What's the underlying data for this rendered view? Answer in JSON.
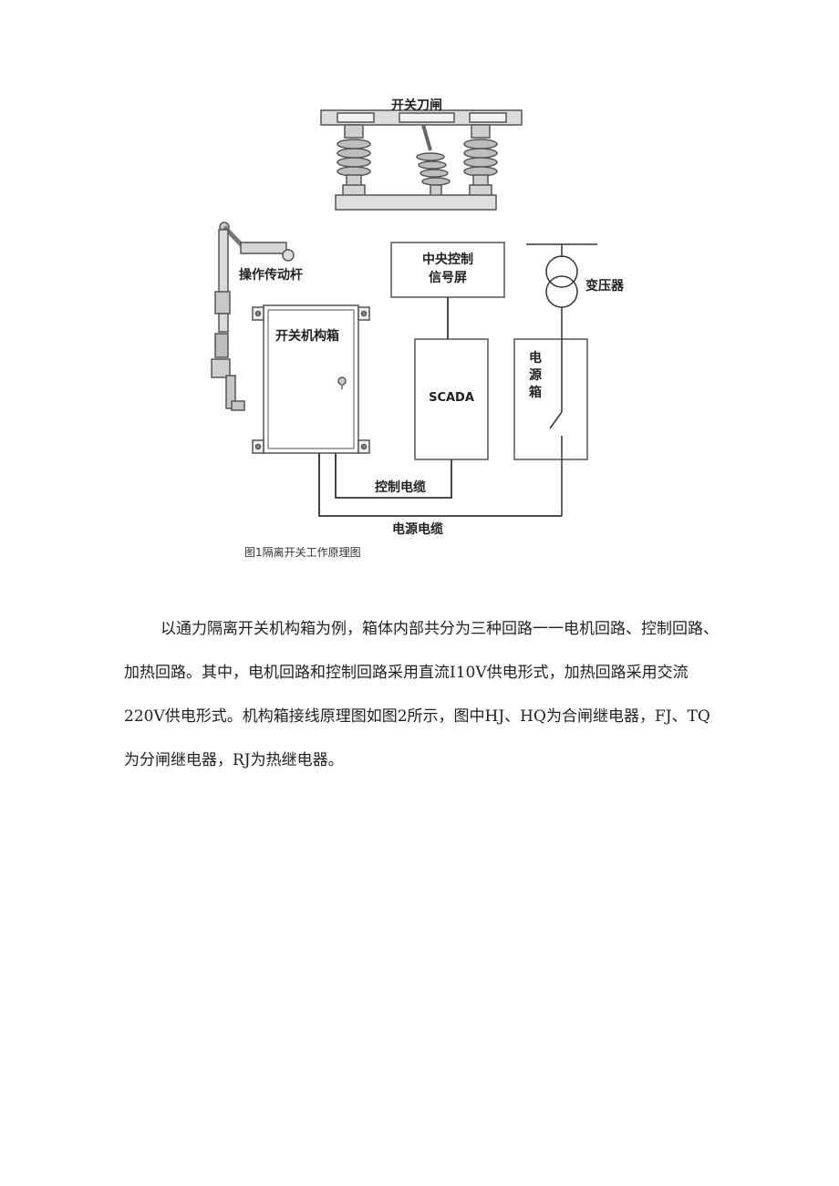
{
  "figure": {
    "labels": {
      "switch_blade": "开关刀闸",
      "operating_rod": "操作传动杆",
      "central_control_line1": "中央控制",
      "central_control_line2": "信号屏",
      "transformer": "变压器",
      "mechanism_box": "开关机构箱",
      "scada": "SCADA",
      "power_box_1": "电",
      "power_box_2": "源",
      "power_box_3": "箱",
      "control_cable": "控制电缆",
      "power_cable": "电源电缆"
    },
    "caption": "图1隔离开关工作原理图"
  },
  "paragraph": "以通力隔离开关机构箱为例，箱体内部共分为三种回路一一电机回路、控制回路、加热回路。其中，电机回路和控制回路采用直流I10V供电形式，加热回路采用交流220V供电形式。机构箱接线原理图如图2所示，图中HJ、HQ为合闸继电器，FJ、TQ为分闸继电器，RJ为热继电器。"
}
